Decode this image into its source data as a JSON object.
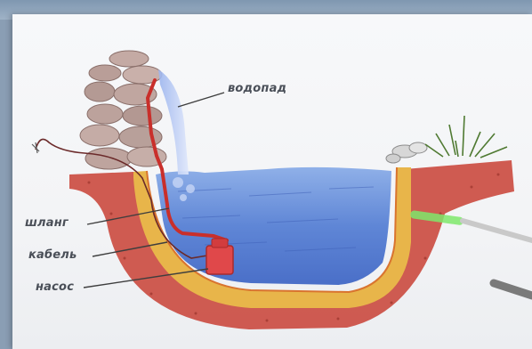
{
  "diagram": {
    "labels": {
      "waterfall": "водопад",
      "hose": "шланг",
      "cable": "кабель",
      "pump": "насос"
    }
  },
  "colors": {
    "soil": "#c9463a",
    "liner": "#e8b54a",
    "water": "#5f86d6",
    "stones": "#b49a94",
    "pump": "#e0484a",
    "background": "#f3f4f6"
  }
}
